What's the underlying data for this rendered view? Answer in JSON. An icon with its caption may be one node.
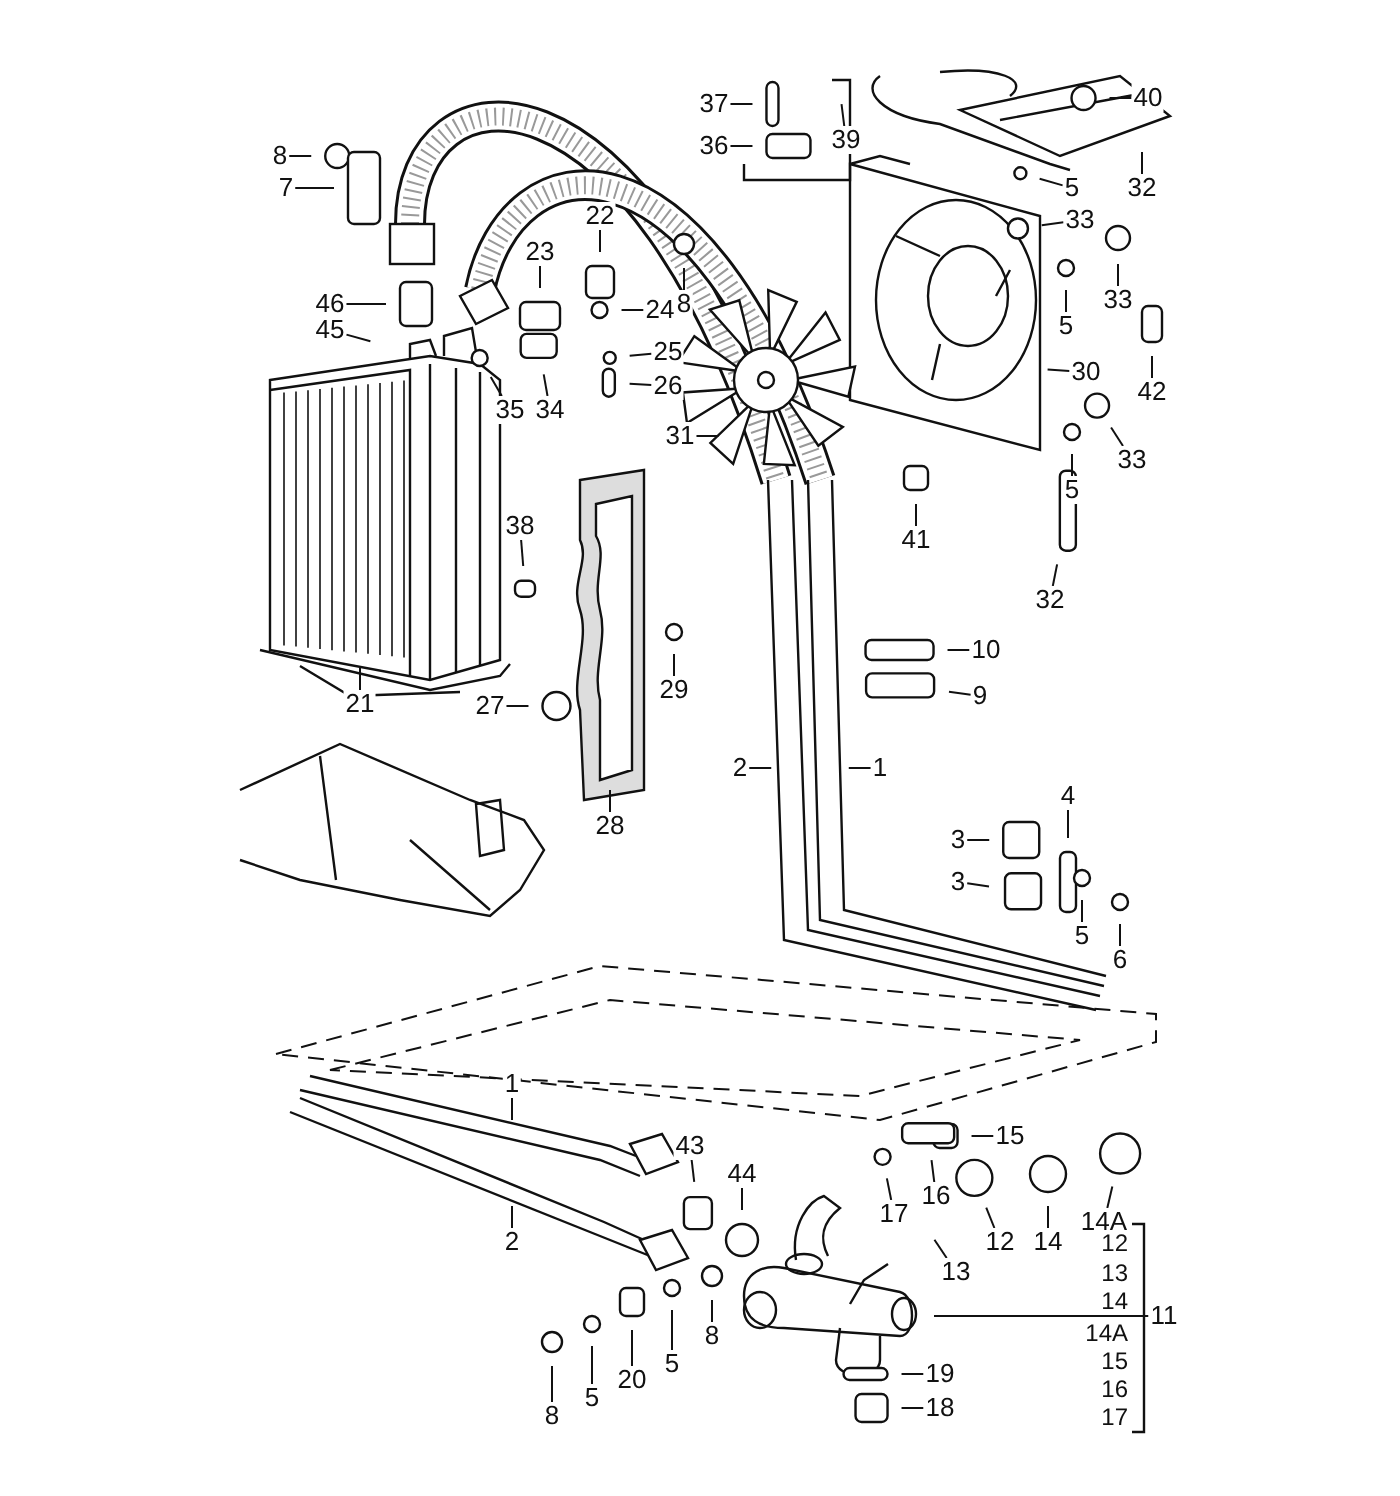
{
  "diagram": {
    "nodes": [
      {
        "text": [
          "37"
        ]
      },
      {
        "text": [
          "8"
        ]
      },
      {
        "text": [
          "7"
        ]
      },
      {
        "text": [
          "36"
        ]
      },
      {
        "text": [
          "39"
        ]
      },
      {
        "text": [
          "40"
        ]
      },
      {
        "text": [
          "32"
        ]
      },
      {
        "text": [
          "5"
        ]
      },
      {
        "text": [
          "33"
        ]
      },
      {
        "text": [
          "22"
        ]
      },
      {
        "text": [
          "23"
        ]
      },
      {
        "text": [
          "46"
        ]
      },
      {
        "text": [
          "45"
        ]
      },
      {
        "text": [
          "8"
        ]
      },
      {
        "text": [
          "24"
        ]
      },
      {
        "text": [
          "25"
        ]
      },
      {
        "text": [
          "26"
        ]
      },
      {
        "text": [
          "35"
        ]
      },
      {
        "text": [
          "34"
        ]
      },
      {
        "text": [
          "5"
        ]
      },
      {
        "text": [
          "33"
        ]
      },
      {
        "text": [
          "30"
        ]
      },
      {
        "text": [
          "42"
        ]
      },
      {
        "text": [
          "31"
        ]
      },
      {
        "text": [
          "5"
        ]
      },
      {
        "text": [
          "33"
        ]
      },
      {
        "text": [
          "41"
        ]
      },
      {
        "text": [
          "32"
        ]
      },
      {
        "text": [
          "38"
        ]
      },
      {
        "text": [
          "21"
        ]
      },
      {
        "text": [
          "27"
        ]
      },
      {
        "text": [
          "29"
        ]
      },
      {
        "text": [
          "28"
        ]
      },
      {
        "text": [
          "2"
        ]
      },
      {
        "text": [
          "1"
        ]
      },
      {
        "text": [
          "10"
        ]
      },
      {
        "text": [
          "9"
        ]
      },
      {
        "text": [
          "4"
        ]
      },
      {
        "text": [
          "3"
        ]
      },
      {
        "text": [
          "3"
        ]
      },
      {
        "text": [
          "5"
        ]
      },
      {
        "text": [
          "6"
        ]
      },
      {
        "text": [
          "1"
        ]
      },
      {
        "text": [
          "2"
        ]
      },
      {
        "text": [
          "43"
        ]
      },
      {
        "text": [
          "44"
        ]
      },
      {
        "text": [
          "15"
        ]
      },
      {
        "text": [
          "16"
        ]
      },
      {
        "text": [
          "17"
        ]
      },
      {
        "text": [
          "14"
        ]
      },
      {
        "text": [
          "14A"
        ]
      },
      {
        "text": [
          "12"
        ]
      },
      {
        "text": [
          "13"
        ]
      },
      {
        "text": [
          "11"
        ]
      },
      {
        "text": [
          "19"
        ]
      },
      {
        "text": [
          "18"
        ]
      },
      {
        "text": [
          "8"
        ]
      },
      {
        "text": [
          "5"
        ]
      },
      {
        "text": [
          "20"
        ]
      },
      {
        "text": [
          "5"
        ]
      },
      {
        "text": [
          "8"
        ]
      }
    ],
    "edges": [
      {
        "from": 0,
        "to": null,
        "arrow": "none"
      },
      {
        "from": 1,
        "to": null,
        "arrow": "none"
      },
      {
        "from": 2,
        "to": null,
        "arrow": "none"
      },
      {
        "from": 3,
        "to": null,
        "arrow": "none"
      },
      {
        "from": 4,
        "to": null,
        "arrow": "none"
      },
      {
        "from": 5,
        "to": null,
        "arrow": "none"
      },
      {
        "from": 6,
        "to": null,
        "arrow": "none"
      },
      {
        "from": 7,
        "to": null,
        "arrow": "none"
      },
      {
        "from": 8,
        "to": null,
        "arrow": "none"
      },
      {
        "from": 9,
        "to": null,
        "arrow": "none"
      },
      {
        "from": 10,
        "to": null,
        "arrow": "none"
      },
      {
        "from": 11,
        "to": null,
        "arrow": "none"
      },
      {
        "from": 12,
        "to": null,
        "arrow": "none"
      },
      {
        "from": 13,
        "to": null,
        "arrow": "none"
      },
      {
        "from": 14,
        "to": null,
        "arrow": "none"
      },
      {
        "from": 15,
        "to": null,
        "arrow": "none"
      },
      {
        "from": 16,
        "to": null,
        "arrow": "none"
      },
      {
        "from": 17,
        "to": null,
        "arrow": "none"
      },
      {
        "from": 18,
        "to": null,
        "arrow": "none"
      },
      {
        "from": 19,
        "to": null,
        "arrow": "none"
      },
      {
        "from": 20,
        "to": null,
        "arrow": "none"
      },
      {
        "from": 21,
        "to": null,
        "arrow": "none"
      },
      {
        "from": 22,
        "to": null,
        "arrow": "none"
      },
      {
        "from": 23,
        "to": null,
        "arrow": "none"
      },
      {
        "from": 24,
        "to": null,
        "arrow": "none"
      },
      {
        "from": 25,
        "to": null,
        "arrow": "none"
      },
      {
        "from": 26,
        "to": null,
        "arrow": "none"
      },
      {
        "from": 27,
        "to": null,
        "arrow": "none"
      },
      {
        "from": 28,
        "to": null,
        "arrow": "none"
      },
      {
        "from": 29,
        "to": null,
        "arrow": "none"
      },
      {
        "from": 30,
        "to": null,
        "arrow": "none"
      },
      {
        "from": 31,
        "to": null,
        "arrow": "none"
      },
      {
        "from": 32,
        "to": null,
        "arrow": "none"
      },
      {
        "from": 33,
        "to": null,
        "arrow": "none"
      },
      {
        "from": 34,
        "to": null,
        "arrow": "none"
      },
      {
        "from": 35,
        "to": null,
        "arrow": "none"
      },
      {
        "from": 36,
        "to": null,
        "arrow": "none"
      },
      {
        "from": 37,
        "to": null,
        "arrow": "none"
      },
      {
        "from": 38,
        "to": null,
        "arrow": "none"
      },
      {
        "from": 39,
        "to": null,
        "arrow": "none"
      },
      {
        "from": 40,
        "to": null,
        "arrow": "none"
      },
      {
        "from": 41,
        "to": null,
        "arrow": "none"
      },
      {
        "from": 42,
        "to": null,
        "arrow": "none"
      },
      {
        "from": 43,
        "to": null,
        "arrow": "none"
      },
      {
        "from": 44,
        "to": null,
        "arrow": "none"
      },
      {
        "from": 45,
        "to": null,
        "arrow": "none"
      },
      {
        "from": 46,
        "to": null,
        "arrow": "none"
      },
      {
        "from": 47,
        "to": null,
        "arrow": "none"
      },
      {
        "from": 48,
        "to": null,
        "arrow": "none"
      },
      {
        "from": 49,
        "to": null,
        "arrow": "none"
      },
      {
        "from": 50,
        "to": null,
        "arrow": "none"
      },
      {
        "from": 51,
        "to": null,
        "arrow": "none"
      },
      {
        "from": 52,
        "to": null,
        "arrow": "none"
      },
      {
        "from": 53,
        "to": null,
        "arrow": "none"
      },
      {
        "from": 54,
        "to": null,
        "arrow": "none"
      },
      {
        "from": 55,
        "to": null,
        "arrow": "none"
      },
      {
        "from": 56,
        "to": null,
        "arrow": "none"
      },
      {
        "from": 57,
        "to": null,
        "arrow": "none"
      },
      {
        "from": 58,
        "to": null,
        "arrow": "none"
      },
      {
        "from": 59,
        "to": null,
        "arrow": "none"
      },
      {
        "from": 60,
        "to": null,
        "arrow": "none"
      }
    ],
    "labels": [
      "12",
      "13",
      "14",
      "14A",
      "15",
      "16",
      "17"
    ]
  }
}
